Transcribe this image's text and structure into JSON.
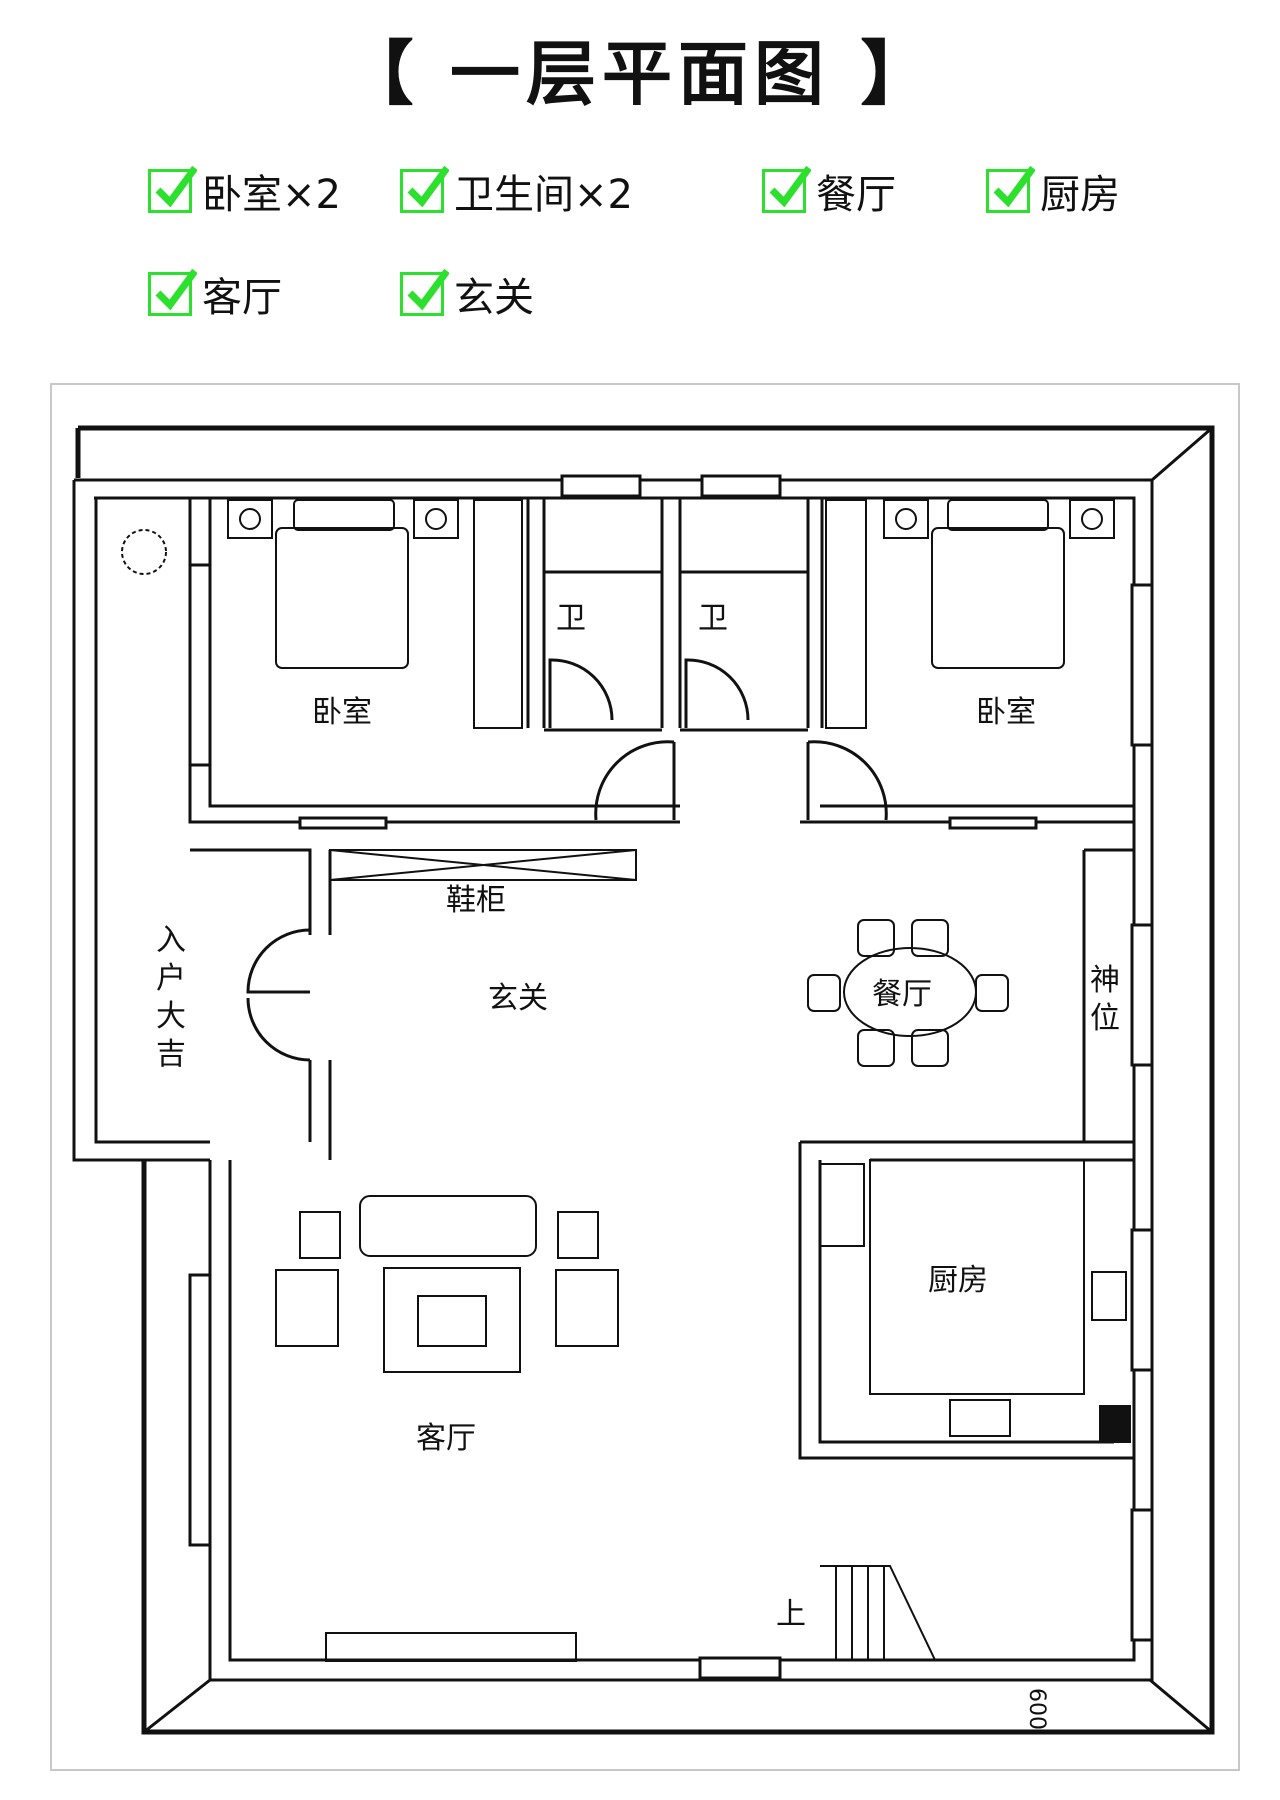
{
  "title": "【 一层平面图 】",
  "features": [
    {
      "label": "卧室×2"
    },
    {
      "label": "卫生间×2"
    },
    {
      "label": "餐厅"
    },
    {
      "label": "厨房"
    },
    {
      "label": "客厅"
    },
    {
      "label": "玄关"
    }
  ],
  "colors": {
    "check": "#2ee02e",
    "wall": "#111111",
    "frame": "#c8c8c8"
  },
  "plan": {
    "bedroom_left": "卧室",
    "bedroom_right": "卧室",
    "bath_left": "卫",
    "bath_right": "卫",
    "shoe_cabinet": "鞋柜",
    "entry_1": "入",
    "entry_2": "户",
    "entry_3": "大",
    "entry_4": "吉",
    "foyer": "玄关",
    "dining": "餐厅",
    "shrine_1": "神",
    "shrine_2": "位",
    "kitchen": "厨房",
    "living": "客厅",
    "stairs_up": "上",
    "dimension": "600"
  }
}
